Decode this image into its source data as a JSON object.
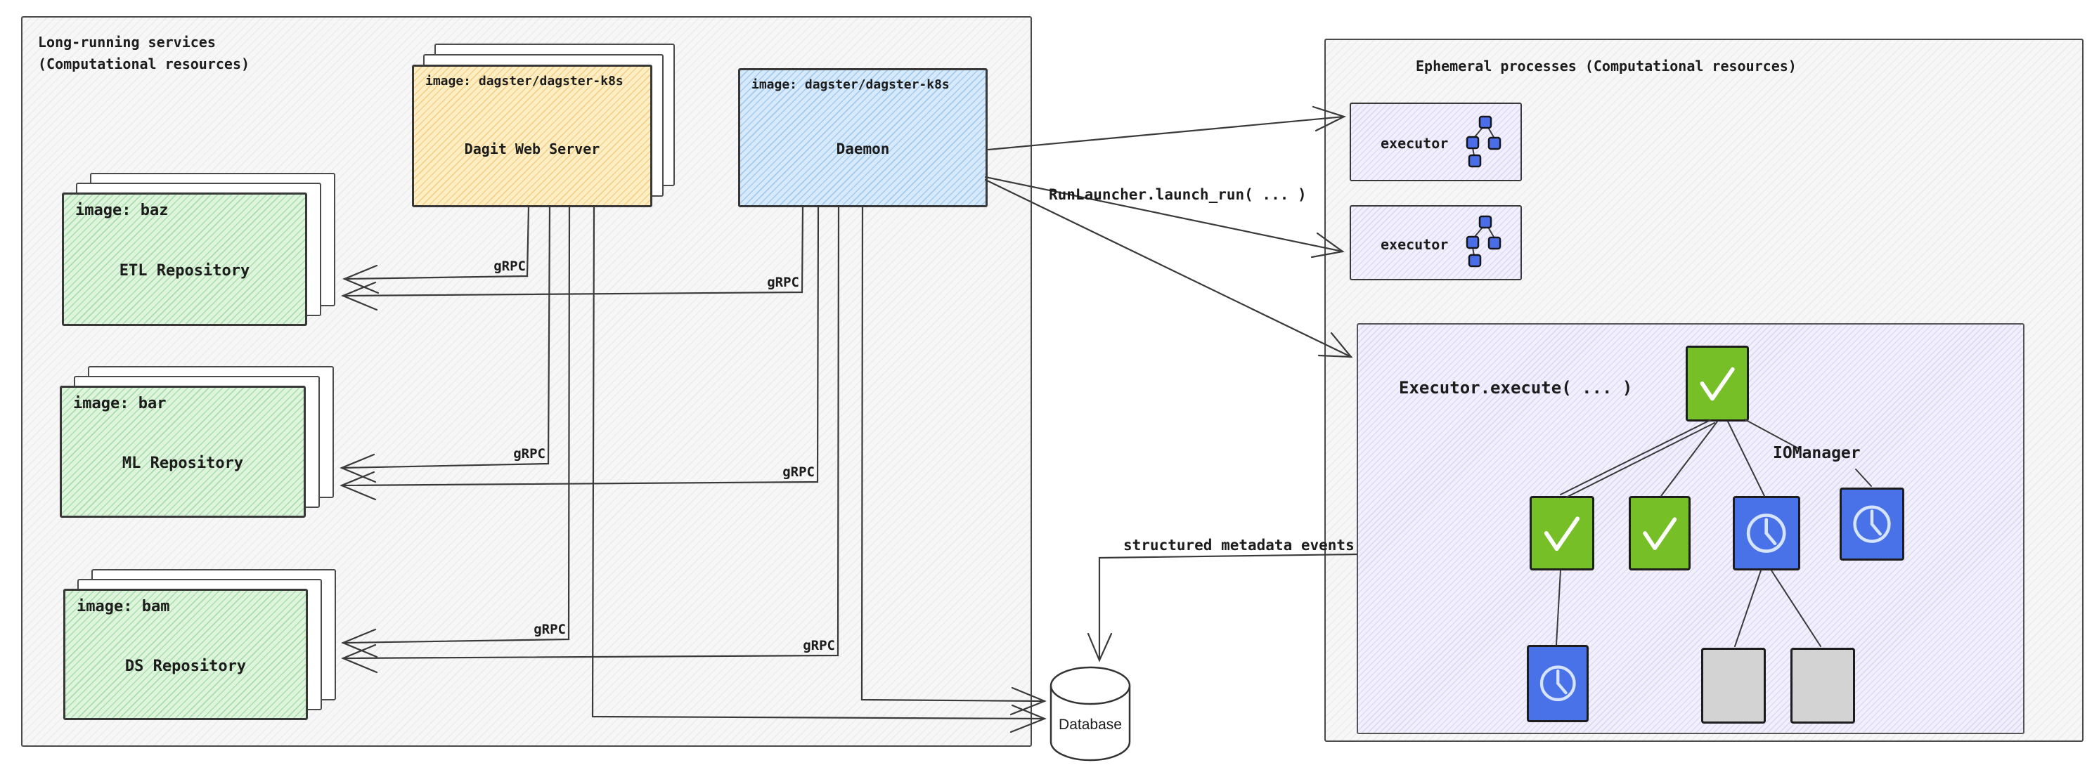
{
  "left_box": {
    "title_line1": "Long-running services",
    "title_line2": "(Computational resources)"
  },
  "dagit": {
    "image_label": "image: dagster/dagster-k8s",
    "name": "Dagit Web Server"
  },
  "daemon": {
    "image_label": "image: dagster/dagster-k8s",
    "name": "Daemon"
  },
  "repos": [
    {
      "image_label": "image: baz",
      "name": "ETL Repository"
    },
    {
      "image_label": "image: bar",
      "name": "ML Repository"
    },
    {
      "image_label": "image: bam",
      "name": "DS Repository"
    }
  ],
  "labels": {
    "grpc": "gRPC",
    "run_launcher": "RunLauncher.launch_run( ... )",
    "metadata_events": "structured metadata events",
    "io_manager": "IOManager",
    "database": "Database"
  },
  "right_box": {
    "title": "Ephemeral processes (Computational resources)"
  },
  "executors": [
    {
      "label": "executor"
    },
    {
      "label": "executor"
    }
  ],
  "executor_execute": {
    "title": "Executor.execute( ... )"
  },
  "colors": {
    "dagit_fill": "#fdeec4",
    "daemon_fill": "#d7eafb",
    "repo_fill": "#def4dc",
    "process_fill": "#f2f0fc",
    "node_success_green": "#76bf26",
    "node_clock_blue": "#4a72e8",
    "node_blank_gray": "#d3d3d3",
    "line_stroke": "#3a3a3a"
  }
}
